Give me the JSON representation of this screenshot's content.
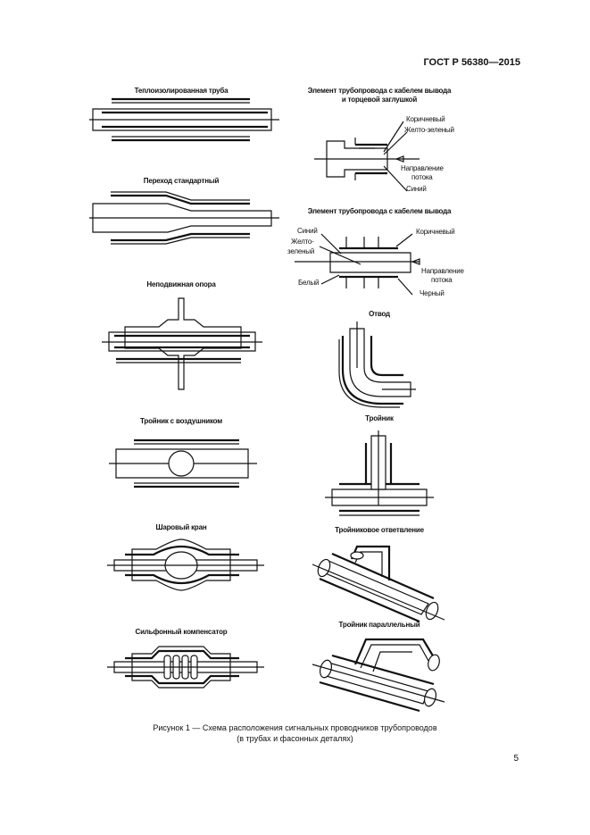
{
  "header": {
    "standard": "ГОСТ Р 56380—2015"
  },
  "left_column": [
    {
      "title": "Теплоизолированная труба"
    },
    {
      "title": "Переход стандартный"
    },
    {
      "title": "Неподвижная опора"
    },
    {
      "title": "Тройник с воздушником"
    },
    {
      "title": "Шаровый кран"
    },
    {
      "title": "Сильфонный компенсатор"
    }
  ],
  "right_column": {
    "end_cap": {
      "title_line1": "Элемент трубопровода с кабелем вывода",
      "title_line2": "и торцевой заглушкой",
      "brown": "Коричневый",
      "yellow_green": "Желто-зеленый",
      "flow_line1": "Направление",
      "flow_line2": "потока",
      "blue": "Синий"
    },
    "cable_outlet": {
      "title": "Элемент трубопровода с кабелем вывода",
      "blue": "Синий",
      "yellow_green_line1": "Желто-",
      "yellow_green_line2": "зеленый",
      "white": "Белый",
      "brown": "Коричневый",
      "flow_line1": "Направление",
      "flow_line2": "потока",
      "black": "Черный"
    },
    "bend": {
      "title": "Отвод"
    },
    "tee": {
      "title": "Тройник"
    },
    "oblique_tee": {
      "title": "Тройниковое ответвление"
    },
    "parallel_tee": {
      "title": "Тройник параллельный"
    }
  },
  "caption": {
    "line1": "Рисунок  1 — Схема расположения сигнальных проводников трубопроводов",
    "line2": "(в трубах и фасонных деталях)"
  },
  "page_number": "5"
}
